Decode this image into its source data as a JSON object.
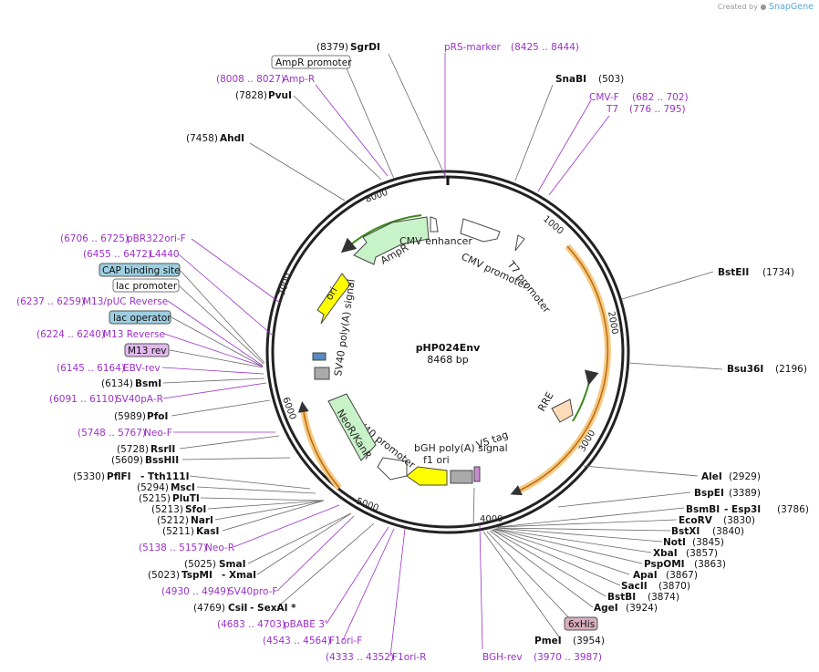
{
  "credit": {
    "prefix": "Created by",
    "brand": "SnapGene"
  },
  "plasmid": {
    "name": "pHP024Env",
    "size": "8468 bp"
  },
  "ticks": [
    "1000",
    "2000",
    "3000",
    "4000",
    "5000",
    "6000",
    "7000",
    "8000"
  ],
  "features": {
    "amp_r": "AmpR",
    "ori": "ori",
    "sv40_pa": "SV40 poly(A) signal",
    "cmv_enh": "CMV enhancer",
    "cmv_prom": "CMV promoter",
    "t7": "T7 promoter",
    "rre": "RRE",
    "bgh": "bGH poly(A) signal",
    "v5": "V5 tag",
    "f1": "f1 ori",
    "sv40_prom": "SV40 promoter",
    "neo": "NeoR/KanR"
  },
  "labels": {
    "sgrdi": {
      "pos": "(8379)",
      "name": "SgrDI"
    },
    "prs_marker": {
      "name": "pRS-marker",
      "pos": "(8425 .. 8444)"
    },
    "ampr_prom": "AmpR promoter",
    "amp_r": {
      "pos": "(8008 .. 8027)",
      "name": "Amp-R"
    },
    "pvui": {
      "pos": "(7828)",
      "name": "PvuI"
    },
    "ahdi": {
      "pos": "(7458)",
      "name": "AhdI"
    },
    "snabi": {
      "name": "SnaBI",
      "pos": "(503)"
    },
    "cmv_f": {
      "name": "CMV-F",
      "pos": "(682 .. 702)"
    },
    "t7": {
      "name": "T7",
      "pos": "(776 .. 795)"
    },
    "bsteii": {
      "name": "BstEII",
      "pos": "(1734)"
    },
    "bsu36i": {
      "name": "Bsu36I",
      "pos": "(2196)"
    },
    "alei": {
      "name": "AleI",
      "pos": "(2929)"
    },
    "bspei": {
      "name": "BspEI",
      "pos": "(3389)"
    },
    "bsmbi": {
      "name": "BsmBI",
      "name2": "Esp3I",
      "pos": "(3786)"
    },
    "ecorv": {
      "name": "EcoRV",
      "pos": "(3830)"
    },
    "bstxi": {
      "name": "BstXI",
      "pos": "(3840)"
    },
    "noti": {
      "name": "NotI",
      "pos": "(3845)"
    },
    "xbai": {
      "name": "XbaI",
      "pos": "(3857)"
    },
    "pspomi": {
      "name": "PspOMI",
      "pos": "(3863)"
    },
    "apai": {
      "name": "ApaI",
      "pos": "(3867)"
    },
    "sacii": {
      "name": "SacII",
      "pos": "(3870)"
    },
    "bstbi": {
      "name": "BstBI",
      "pos": "(3874)"
    },
    "agei": {
      "name": "AgeI",
      "pos": "(3924)"
    },
    "sixhis": "6xHis",
    "pmei": {
      "name": "PmeI",
      "pos": "(3954)"
    },
    "bgh_rev": {
      "name": "BGH-rev",
      "pos": "(3970 .. 3987)"
    },
    "pbr322": {
      "pos": "(6706 .. 6725)",
      "name": "pBR322ori-F"
    },
    "l4440": {
      "pos": "(6455 .. 6472)",
      "name": "L4440"
    },
    "cap": "CAP binding site",
    "lac_prom": "lac promoter",
    "m13puc": {
      "pos": "(6237 .. 6259)",
      "name": "M13/pUC Reverse"
    },
    "lac_op": "lac operator",
    "m13rev_p": {
      "pos": "(6224 .. 6240)",
      "name": "M13 Reverse"
    },
    "m13rev": "M13 rev",
    "ebv": {
      "pos": "(6145 .. 6164)",
      "name": "EBV-rev"
    },
    "bsmi": {
      "pos": "(6134)",
      "name": "BsmI"
    },
    "sv40pa_r": {
      "pos": "(6091 .. 6110)",
      "name": "SV40pA-R"
    },
    "pfoi": {
      "pos": "(5989)",
      "name": "PfoI"
    },
    "neo_f": {
      "pos": "(5748 .. 5767)",
      "name": "Neo-F"
    },
    "rsrii": {
      "pos": "(5728)",
      "name": "RsrII"
    },
    "bsshii": {
      "pos": "(5609)",
      "name": "BssHII"
    },
    "pflfi": {
      "pos": "(5330)",
      "name": "PflFI",
      "name2": "Tth111I"
    },
    "msci": {
      "pos": "(5294)",
      "name": "MscI"
    },
    "plut": {
      "pos": "(5215)",
      "name": "PluTI"
    },
    "sfoi": {
      "pos": "(5213)",
      "name": "SfoI"
    },
    "nari": {
      "pos": "(5212)",
      "name": "NarI"
    },
    "kasi": {
      "pos": "(5211)",
      "name": "KasI"
    },
    "neo_r": {
      "pos": "(5138 .. 5157)",
      "name": "Neo-R"
    },
    "smai": {
      "pos": "(5025)",
      "name": "SmaI"
    },
    "tspmi": {
      "pos": "(5023)",
      "name": "TspMI",
      "name2": "XmaI"
    },
    "sv40pro": {
      "pos": "(4930 .. 4949)",
      "name": "SV40pro-F"
    },
    "csii": {
      "pos": "(4769)",
      "name": "CsiI",
      "name2": "SexAI *"
    },
    "pbabe": {
      "pos": "(4683 .. 4703)",
      "name": "pBABE 3'"
    },
    "f1ori_f": {
      "pos": "(4543 .. 4564)",
      "name": "F1ori-F"
    },
    "f1ori_r": {
      "pos": "(4333 .. 4352)",
      "name": "F1ori-R"
    }
  }
}
